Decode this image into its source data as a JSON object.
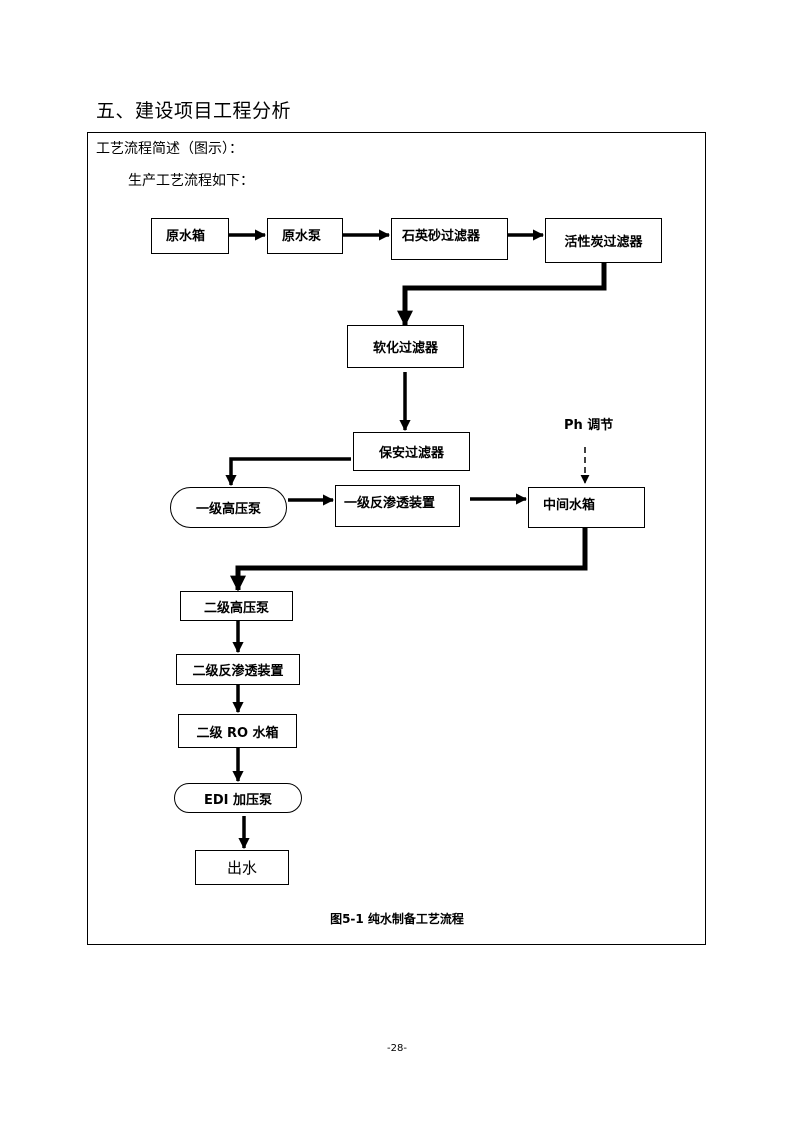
{
  "section_heading": "五、建设项目工程分析",
  "intro": {
    "line1": "工艺流程简述（图示）：",
    "line2": "生产工艺流程如下："
  },
  "flow": {
    "raw_water_tank": "原水箱",
    "raw_water_pump": "原水泵",
    "quartz_sand_filter": "石英砂过滤器",
    "activated_carbon_filter": "活性炭过滤器",
    "softening_filter": "软化过滤器",
    "security_filter": "保安过滤器",
    "primary_high_pressure_pump": "一级高压泵",
    "primary_ro_unit": "一级反渗透装置",
    "intermediate_tank": "中间水箱",
    "ph_adjust": "Ph 调节",
    "secondary_high_pressure_pump": "二级高压泵",
    "secondary_ro_unit": "二级反渗透装置",
    "secondary_ro_tank": "二级 RO 水箱",
    "edi_booster_pump": "EDI 加压泵",
    "water_outlet": "出水"
  },
  "caption": "图5-1  纯水制备工艺流程",
  "page_number": "-28-"
}
